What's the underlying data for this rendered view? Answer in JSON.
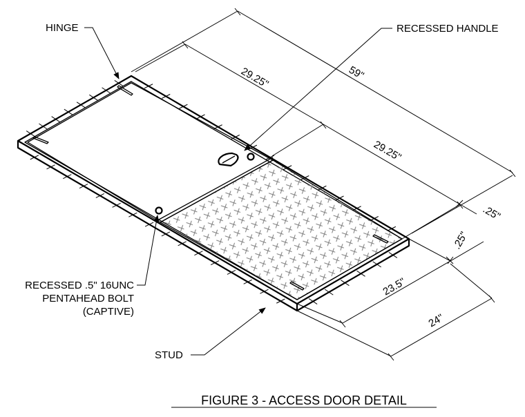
{
  "labels": {
    "hinge": "HINGE",
    "recessed_handle": "RECESSED HANDLE",
    "bolt_line1": "RECESSED .5\" 16UNC",
    "bolt_line2": "PENTAHEAD BOLT",
    "bolt_line3": "(CAPTIVE)",
    "stud": "STUD"
  },
  "dimensions": {
    "overall": "59\"",
    "upper_panel": "29.25\"",
    "lower_panel": "29.25\"",
    "gap_upper": ".25\"",
    "gap_lower": ".25\"",
    "inner_width": "23.5\"",
    "outer_width": "24\""
  },
  "figure": {
    "caption": "FIGURE 3 - ACCESS DOOR DETAIL"
  }
}
